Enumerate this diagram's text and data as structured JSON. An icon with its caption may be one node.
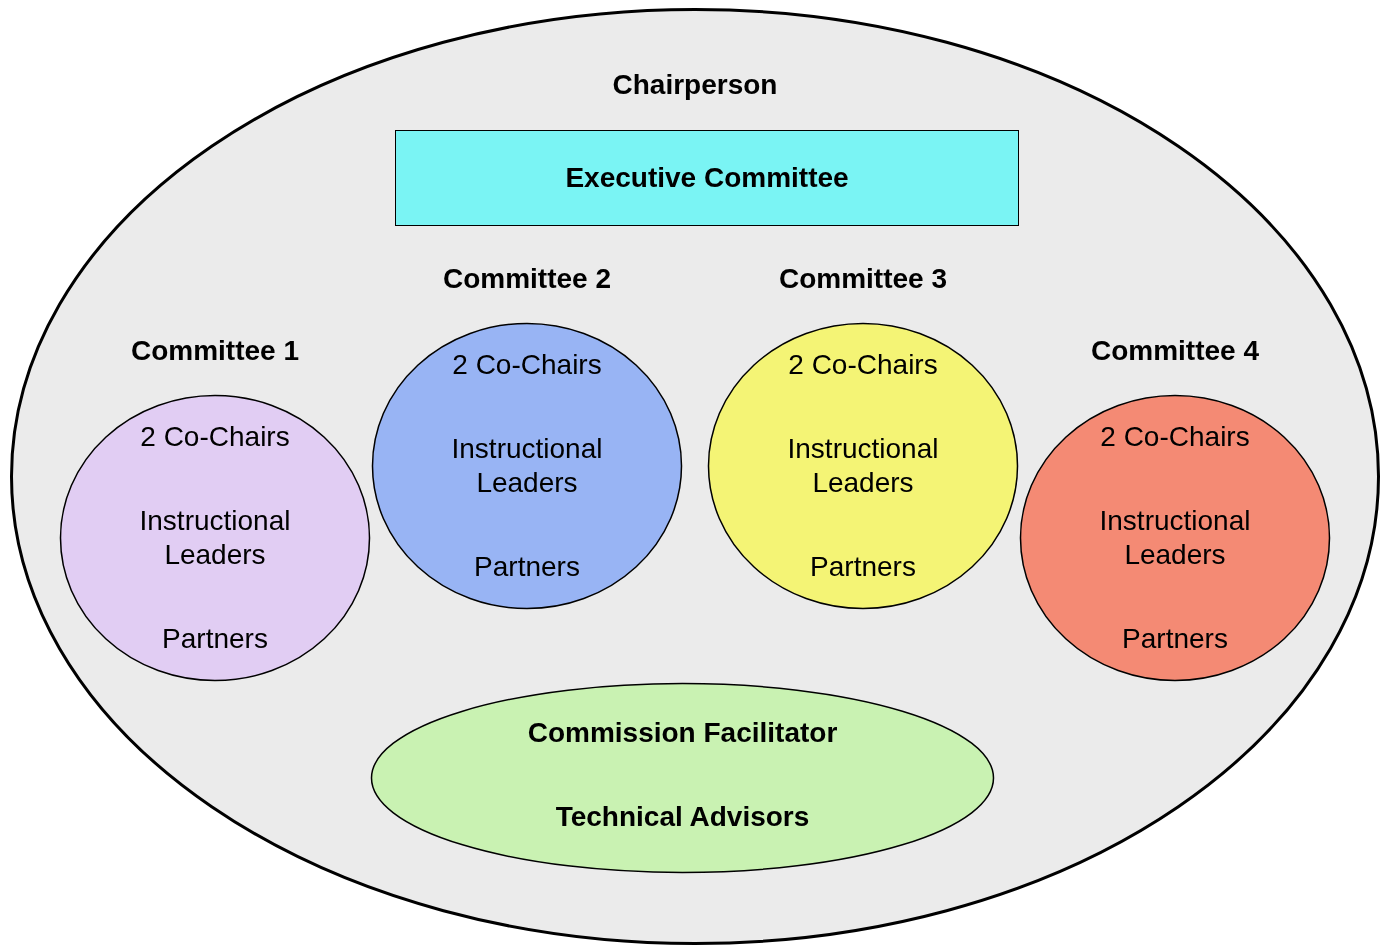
{
  "diagram": {
    "nodes": [
      {
        "text": [
          "Chairperson"
        ]
      },
      {
        "text": [
          "Executive Committee"
        ],
        "in": 0
      },
      {
        "text": [
          "Committee 1",
          "2 Co-Chairs",
          "Instructional Leaders",
          "Partners"
        ],
        "in": 0
      },
      {
        "text": [
          "Committee 2",
          "2 Co-Chairs",
          "Instructional Leaders",
          "Partners"
        ],
        "in": 0
      },
      {
        "text": [
          "Committee 3",
          "2 Co-Chairs",
          "Instructional Leaders",
          "Partners"
        ],
        "in": 0
      },
      {
        "text": [
          "Committee 4",
          "2 Co-Chairs",
          "Instructional Leaders",
          "Partners"
        ],
        "in": 0
      },
      {
        "text": [
          "Commission Facilitator",
          "Technical Advisors"
        ],
        "in": 0
      }
    ]
  }
}
